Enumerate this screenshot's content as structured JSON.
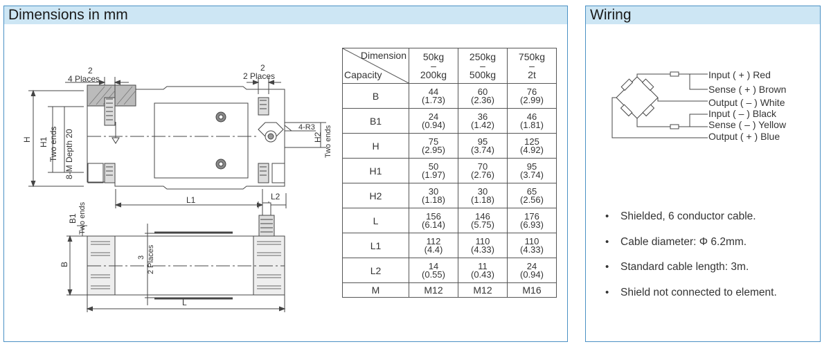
{
  "panels": {
    "dimensions_title": "Dimensions in mm",
    "wiring_title": "Wiring"
  },
  "table": {
    "corner_dimension": "Dimension",
    "corner_capacity": "Capacity",
    "columns": [
      {
        "top": "50kg",
        "dash": "–",
        "bottom": "200kg"
      },
      {
        "top": "250kg",
        "dash": "–",
        "bottom": "500kg"
      },
      {
        "top": "750kg",
        "dash": "–",
        "bottom": "2t"
      }
    ],
    "rows": [
      {
        "label": "B",
        "cells": [
          [
            "44",
            "(1.73)"
          ],
          [
            "60",
            "(2.36)"
          ],
          [
            "76",
            "(2.99)"
          ]
        ]
      },
      {
        "label": "B1",
        "cells": [
          [
            "24",
            "(0.94)"
          ],
          [
            "36",
            "(1.42)"
          ],
          [
            "46",
            "(1.81)"
          ]
        ]
      },
      {
        "label": "H",
        "cells": [
          [
            "75",
            "(2.95)"
          ],
          [
            "95",
            "(3.74)"
          ],
          [
            "125",
            "(4.92)"
          ]
        ]
      },
      {
        "label": "H1",
        "cells": [
          [
            "50",
            "(1.97)"
          ],
          [
            "70",
            "(2.76)"
          ],
          [
            "95",
            "(3.74)"
          ]
        ]
      },
      {
        "label": "H2",
        "cells": [
          [
            "30",
            "(1.18)"
          ],
          [
            "30",
            "(1.18)"
          ],
          [
            "65",
            "(2.56)"
          ]
        ]
      },
      {
        "label": "L",
        "cells": [
          [
            "156",
            "(6.14)"
          ],
          [
            "146",
            "(5.75)"
          ],
          [
            "176",
            "(6.93)"
          ]
        ]
      },
      {
        "label": "L1",
        "cells": [
          [
            "112",
            "(4.4)"
          ],
          [
            "110",
            "(4.33)"
          ],
          [
            "110",
            "(4.33)"
          ]
        ]
      },
      {
        "label": "L2",
        "cells": [
          [
            "14",
            "(0.55)"
          ],
          [
            "11",
            "(0.43)"
          ],
          [
            "24",
            "(0.94)"
          ]
        ]
      },
      {
        "label": "M",
        "cells": [
          [
            "M12"
          ],
          [
            "M12"
          ],
          [
            "M16"
          ]
        ]
      }
    ]
  },
  "drawing": {
    "places_left_num": "2",
    "places_left": "4 Places",
    "places_right_num": "2",
    "places_right": "2 Places",
    "h": "H",
    "h1": "H1",
    "two_ends": "Two ends",
    "m_depth": "8-M Depth 20",
    "r3": "4-R3",
    "h2": "H2",
    "two_ends_right": "Two ends",
    "l1": "L1",
    "l2": "L2",
    "b1": "B1",
    "two_ends_b1": "Two ends",
    "b": "B",
    "three": "3",
    "two_places_v": "2 Places",
    "l": "L"
  },
  "wiring": {
    "labels": [
      "Input ( + ) Red",
      "Sense ( + ) Brown",
      "Output ( – ) White",
      "Input ( – ) Black",
      "Sense ( – ) Yellow",
      "Output ( + ) Blue"
    ],
    "notes": [
      "Shielded, 6 conductor cable.",
      "Cable diameter:  Φ 6.2mm.",
      "Standard cable length: 3m.",
      "Shield not connected to element."
    ],
    "bullet": "•"
  }
}
